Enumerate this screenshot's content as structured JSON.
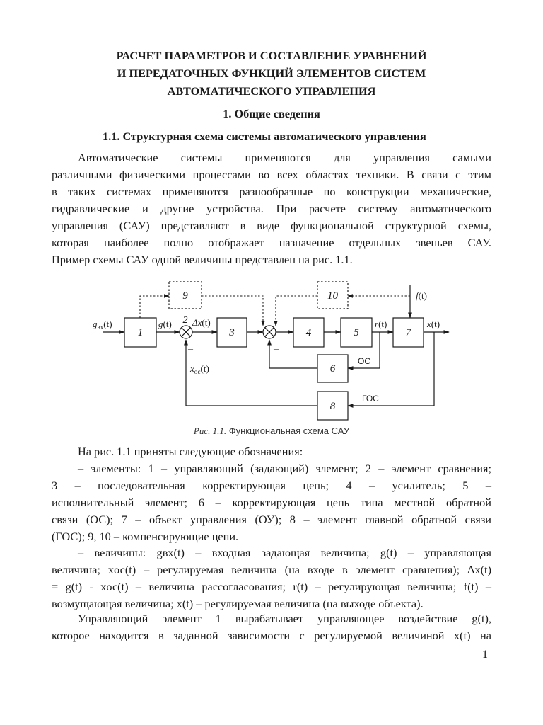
{
  "title": {
    "line1": "РАСЧЕТ ПАРАМЕТРОВ И СОСТАВЛЕНИЕ УРАВНЕНИЙ",
    "line2": "И ПЕРЕДАТОЧНЫХ ФУНКЦИЙ ЭЛЕМЕНТОВ СИСТЕМ",
    "line3": "АВТОМАТИЧЕСКОГО УПРАВЛЕНИЯ"
  },
  "section": "1. Общие сведения",
  "subsection": "1.1. Структурная схема системы автоматического управления",
  "intro_lines": [
    "Автоматические системы применяются для управления самыми",
    "различными физическими процессами во всех областях техники. В связи с этим",
    "в таких системах применяются разнообразные по конструкции механические,",
    "гидравлические и другие устройства. При расчете систему автоматического",
    "управления (САУ) представляют в виде функциональной структурной схемы,",
    "которая наиболее полно отображает назначение отдельных звеньев САУ.",
    "Пример схемы САУ одной величины представлен на рис. 1.1."
  ],
  "diagram": {
    "blocks": {
      "b1": "1",
      "b3": "3",
      "b4": "4",
      "b5": "5",
      "b6": "6",
      "b7": "7",
      "b8": "8",
      "b9": "9",
      "b10": "10"
    },
    "comparator_label": "2",
    "signals": {
      "g_in_main": "g",
      "g_in_sub": "вх",
      "g_in_arg": "(t)",
      "g": "g",
      "g_arg": "(t)",
      "dx": "Δx",
      "dx_arg": "(t)",
      "r": "r",
      "r_arg": "(t)",
      "x": "x",
      "x_arg": "(t)",
      "f": "f",
      "f_arg": "(t)",
      "xoc_main": "x",
      "xoc_sub": "ос",
      "xoc_arg": "(t)",
      "os": "ОС",
      "gos": "ГОС",
      "minus": "–"
    }
  },
  "caption": {
    "prefix": "Рис. 1.1.",
    "text": " Функциональная схема САУ"
  },
  "notation_intro": "На рис. 1.1 приняты следующие обозначения:",
  "elements_lines": [
    "– элементы: 1 – управляющий (задающий) элемент; 2 – элемент сравнения;",
    "3 – последовательная корректирующая цепь; 4 – усилитель; 5 –",
    "исполнительный элемент; 6 – корректирующая цепь типа местной обратной",
    "связи (ОС); 7 – объект управления (ОУ); 8 – элемент главной обратной связи",
    "(ГОС); 9, 10 – компенсирующие цепи."
  ],
  "quantities_lines": [
    "– величины: gвх(t) – входная задающая величина; g(t) – управляющая",
    "величина; xос(t) – регулируемая величина (на входе в элемент сравнения); Δx(t)",
    "= g(t) - xос(t) – величина рассогласования; r(t) – регулирующая величина; f(t) –",
    "возмущающая величина; x(t) – регулируемая величина (на выходе объекта)."
  ],
  "closing_lines": [
    "Управляющий элемент 1 вырабатывает управляющее воздействие g(t),",
    "которое находится в заданной зависимости с регулируемой величиной x(t) на"
  ],
  "page_number": "1"
}
